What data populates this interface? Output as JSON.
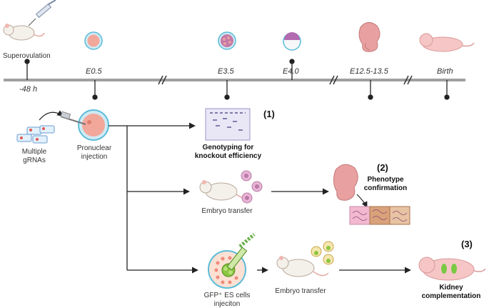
{
  "timeline": {
    "events": [
      "-48 h",
      "E0.5",
      "E3.5",
      "E4.0",
      "E12.5-13.5",
      "Birth"
    ]
  },
  "labels": {
    "superovulation": "Superovulation",
    "multiple_grnas_1": "Multiple",
    "multiple_grnas_2": "gRNAs",
    "pronuclear_1": "Pronuclear",
    "pronuclear_2": "injection",
    "genotyping_1": "Genotyping for",
    "genotyping_2": "knockout efficiency",
    "embryo_transfer_a": "Embryo transfer",
    "phenotype_1": "Phenotype",
    "phenotype_2": "confirmation",
    "gfp_es_1": "GFP⁺ ES cells",
    "gfp_es_2": "injeciton",
    "embryo_transfer_b": "Embryo transfer",
    "kidney_1": "Kidney",
    "kidney_2": "complementation"
  },
  "steps": [
    "(1)",
    "(2)",
    "(3)"
  ],
  "colors": {
    "timeline": "#9e9e9e",
    "embryo": "#f2a79b",
    "zona": "#5bbcd8",
    "fetus": "#e8a0a0",
    "pup": "#f6c6c6",
    "kidney": "#7ac943",
    "gfp": "#8cc63f"
  }
}
